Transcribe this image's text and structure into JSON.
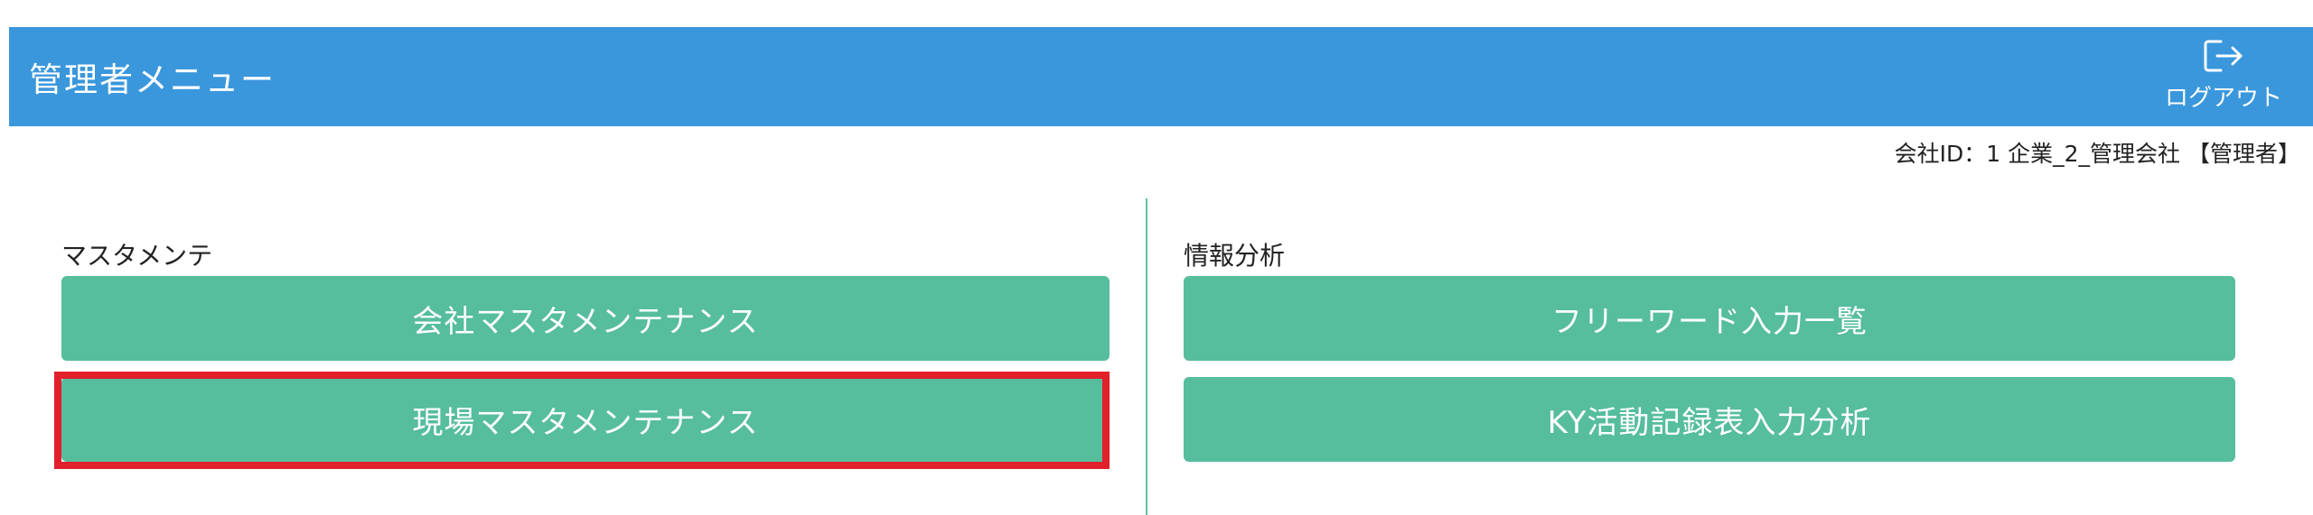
{
  "header": {
    "title": "管理者メニュー",
    "logout_label": "ログアウト"
  },
  "company_info": "会社ID：1 企業_2_管理会社 【管理者】",
  "sections": {
    "master": {
      "label": "マスタメンテ",
      "buttons": [
        {
          "label": "会社マスタメンテナンス"
        },
        {
          "label": "現場マスタメンテナンス",
          "highlighted": true
        }
      ]
    },
    "analysis": {
      "label": "情報分析",
      "buttons": [
        {
          "label": "フリーワード入力一覧"
        },
        {
          "label": "KY活動記録表入力分析"
        }
      ]
    }
  },
  "colors": {
    "header_bg": "#3a97dc",
    "button_bg": "#56bd9d",
    "highlight": "#e0202a"
  }
}
